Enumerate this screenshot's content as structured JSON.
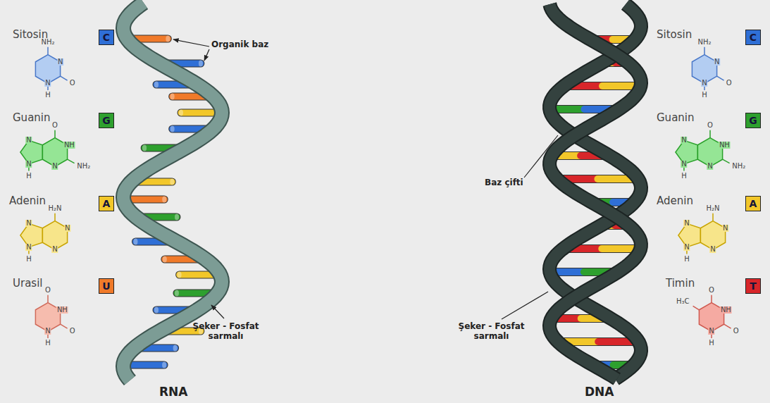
{
  "diagram": {
    "nodes": [
      {
        "text": [
          "C"
        ]
      },
      {
        "text": [
          "G"
        ]
      },
      {
        "text": [
          "A"
        ]
      },
      {
        "text": [
          "U"
        ]
      },
      {
        "text": [
          "C"
        ]
      },
      {
        "text": [
          "G"
        ]
      },
      {
        "text": [
          "A"
        ]
      },
      {
        "text": [
          "T"
        ]
      }
    ],
    "labels": [
      "Sitosin",
      "Guanin",
      "Adenin",
      "Urasil",
      "Organik baz",
      "Şeker - Fosfat sarmalı",
      "RNA",
      "Sitosin",
      "Guanin",
      "Adenin",
      "Timin",
      "Baz çifti",
      "Şeker - Fosfat sarmalı",
      "DNA",
      "NH₂",
      "N",
      "O",
      "N",
      "H",
      "O",
      "NH",
      "NH₂",
      "N",
      "N",
      "N",
      "H",
      "H₂N",
      "N",
      "N",
      "N",
      "N",
      "H",
      "O",
      "NH",
      "O",
      "N",
      "H",
      "NH₂",
      "N",
      "O",
      "N",
      "H",
      "O",
      "NH",
      "NH₂",
      "N",
      "N",
      "N",
      "H",
      "H₂N",
      "N",
      "N",
      "N",
      "N",
      "H",
      "O",
      "H₃C",
      "NH",
      "O",
      "N",
      "H"
    ]
  }
}
